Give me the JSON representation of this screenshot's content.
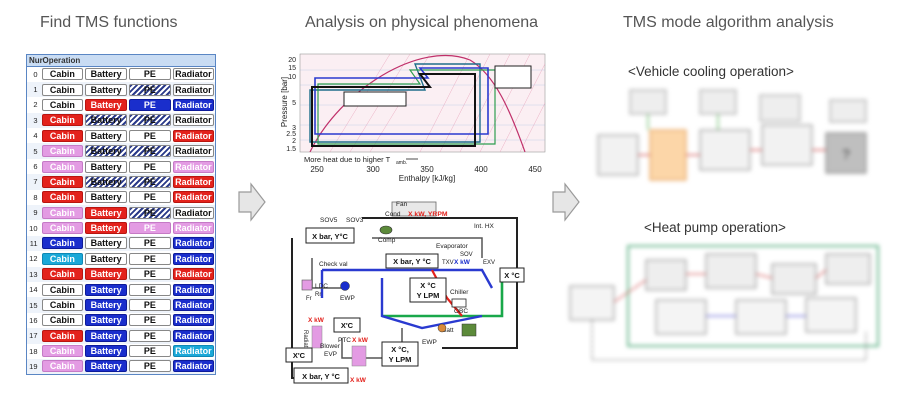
{
  "headings": {
    "left": "Find TMS functions",
    "middle": "Analysis on physical phenomena",
    "right": "TMS mode algorithm analysis"
  },
  "subheadings": {
    "cooling": "<Vehicle cooling operation>",
    "heatpump": "<Heat pump operation>"
  },
  "table": {
    "header_num": "Nur",
    "header_op": "Operation",
    "rows": [
      {
        "n": "0",
        "cells": [
          [
            "Cabin",
            "white"
          ],
          [
            "Battery",
            "white"
          ],
          [
            "PE",
            "white"
          ],
          [
            "Radiator",
            "white"
          ]
        ]
      },
      {
        "n": "1",
        "cells": [
          [
            "Cabin",
            "white"
          ],
          [
            "Battery",
            "white"
          ],
          [
            "PE",
            "hatch"
          ],
          [
            "Radiator",
            "white"
          ]
        ]
      },
      {
        "n": "2",
        "cells": [
          [
            "Cabin",
            "white"
          ],
          [
            "Battery",
            "red"
          ],
          [
            "PE",
            "blue"
          ],
          [
            "Radiator",
            "blue"
          ]
        ]
      },
      {
        "n": "3",
        "cells": [
          [
            "Cabin",
            "red"
          ],
          [
            "Battery",
            "hatch"
          ],
          [
            "PE",
            "hatch"
          ],
          [
            "Radiator",
            "white"
          ]
        ]
      },
      {
        "n": "4",
        "cells": [
          [
            "Cabin",
            "red"
          ],
          [
            "Battery",
            "white"
          ],
          [
            "PE",
            "white"
          ],
          [
            "Radiator",
            "red"
          ]
        ]
      },
      {
        "n": "5",
        "cells": [
          [
            "Cabin",
            "pink"
          ],
          [
            "Battery",
            "hatch"
          ],
          [
            "PE",
            "hatch"
          ],
          [
            "Radiator",
            "white"
          ]
        ]
      },
      {
        "n": "6",
        "cells": [
          [
            "Cabin",
            "pink"
          ],
          [
            "Battery",
            "white"
          ],
          [
            "PE",
            "white"
          ],
          [
            "Radiator",
            "pink"
          ]
        ]
      },
      {
        "n": "7",
        "cells": [
          [
            "Cabin",
            "red"
          ],
          [
            "Battery",
            "hatch"
          ],
          [
            "PE",
            "hatch"
          ],
          [
            "Radiator",
            "red"
          ]
        ]
      },
      {
        "n": "8",
        "cells": [
          [
            "Cabin",
            "red"
          ],
          [
            "Battery",
            "white"
          ],
          [
            "PE",
            "white"
          ],
          [
            "Radiator",
            "red"
          ]
        ]
      },
      {
        "n": "9",
        "cells": [
          [
            "Cabin",
            "pink"
          ],
          [
            "Battery",
            "red"
          ],
          [
            "PE",
            "hatch"
          ],
          [
            "Radiator",
            "white"
          ]
        ]
      },
      {
        "n": "10",
        "cells": [
          [
            "Cabin",
            "pink"
          ],
          [
            "Battery",
            "red"
          ],
          [
            "PE",
            "pink"
          ],
          [
            "Radiator",
            "pink"
          ]
        ]
      },
      {
        "n": "11",
        "cells": [
          [
            "Cabin",
            "blue"
          ],
          [
            "Battery",
            "white"
          ],
          [
            "PE",
            "white"
          ],
          [
            "Radiator",
            "blue"
          ]
        ]
      },
      {
        "n": "12",
        "cells": [
          [
            "Cabin",
            "cyan"
          ],
          [
            "Battery",
            "white"
          ],
          [
            "PE",
            "white"
          ],
          [
            "Radiator",
            "blue"
          ]
        ]
      },
      {
        "n": "13",
        "cells": [
          [
            "Cabin",
            "red"
          ],
          [
            "Battery",
            "red"
          ],
          [
            "PE",
            "white"
          ],
          [
            "Radiator",
            "red"
          ]
        ]
      },
      {
        "n": "14",
        "cells": [
          [
            "Cabin",
            "white"
          ],
          [
            "Battery",
            "blue"
          ],
          [
            "PE",
            "white"
          ],
          [
            "Radiator",
            "blue"
          ]
        ]
      },
      {
        "n": "15",
        "cells": [
          [
            "Cabin",
            "white"
          ],
          [
            "Battery",
            "blue"
          ],
          [
            "PE",
            "white"
          ],
          [
            "Radiator",
            "blue"
          ]
        ]
      },
      {
        "n": "16",
        "cells": [
          [
            "Cabin",
            "white"
          ],
          [
            "Battery",
            "blue"
          ],
          [
            "PE",
            "white"
          ],
          [
            "Radiator",
            "blue"
          ]
        ]
      },
      {
        "n": "17",
        "cells": [
          [
            "Cabin",
            "red"
          ],
          [
            "Battery",
            "blue"
          ],
          [
            "PE",
            "white"
          ],
          [
            "Radiator",
            "blue"
          ]
        ]
      },
      {
        "n": "18",
        "cells": [
          [
            "Cabin",
            "pink"
          ],
          [
            "Battery",
            "blue"
          ],
          [
            "PE",
            "white"
          ],
          [
            "Radiator",
            "cyan"
          ]
        ]
      },
      {
        "n": "19",
        "cells": [
          [
            "Cabin",
            "pink"
          ],
          [
            "Battery",
            "blue"
          ],
          [
            "PE",
            "white"
          ],
          [
            "Radiator",
            "blue"
          ]
        ]
      }
    ]
  },
  "ph_chart": {
    "ylabel": "Pressure [bar]",
    "xlabel": "Enthalpy [kJ/kg]",
    "x_ticks": [
      "250",
      "300",
      "350",
      "400",
      "450"
    ],
    "y_ticks": [
      "20",
      "15",
      "10",
      "5",
      "3",
      "2.5",
      "2",
      "1.5"
    ],
    "annotation": "More heat due to higher T",
    "annotation_sub": "amb."
  },
  "schematic": {
    "fan": "Fan",
    "cond": "Cond",
    "cond_value": "X kW, YRPM",
    "sov5": "SOV5",
    "sov3": "SOV3",
    "comp": "Comp",
    "xbar1": "X bar, Y°C",
    "int_hx": "Int. HX",
    "evaporator": "Evaporator",
    "sov": "SOV",
    "txv": "TXV",
    "xkw_top": "X kW",
    "exv": "EXV",
    "check_valve": "Check val",
    "xbar2": "X bar, Y °C",
    "xc_right": "X °C",
    "ldc": "LDC",
    "rr": "Rr",
    "fr": "Fr",
    "ewp1": "EWP",
    "xc_lpm1_a": "X °C",
    "xc_lpm1_b": "Y LPM",
    "chiller": "Chiller",
    "obc": "OBC",
    "xkw_left": "X kW",
    "xc_mid": "X'C",
    "ptc": "PTC",
    "ptc_kw": "X kW",
    "batt": "Batt",
    "ewp2": "EWP",
    "blower": "Blower",
    "evp": "EVP",
    "xc_bottom": "X'C",
    "xc_lpm2_a": "X °C,",
    "xc_lpm2_b": "Y LPM",
    "xbar3": "X bar, Y °C",
    "xkw_bottom": "X kW",
    "radiator_text": "Radiat"
  },
  "colors": {
    "red": "#e3221c",
    "pink": "#e39be3",
    "blue": "#1a2ecc",
    "cyan": "#1aa8d8",
    "table_header": "#c9dcf3",
    "arrow_fill": "#e6e6e6"
  }
}
